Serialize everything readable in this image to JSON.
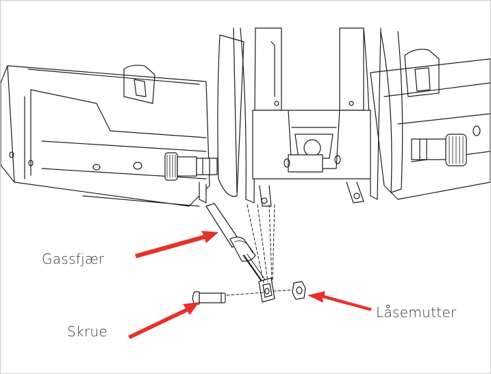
{
  "callouts": {
    "gas_spring": "Gassfjær",
    "screw": "Skrue",
    "lock_nut": "Låsemutter"
  },
  "colors": {
    "arrow": "#e8312b",
    "line": "#1a1a1a",
    "label": "#333333"
  }
}
